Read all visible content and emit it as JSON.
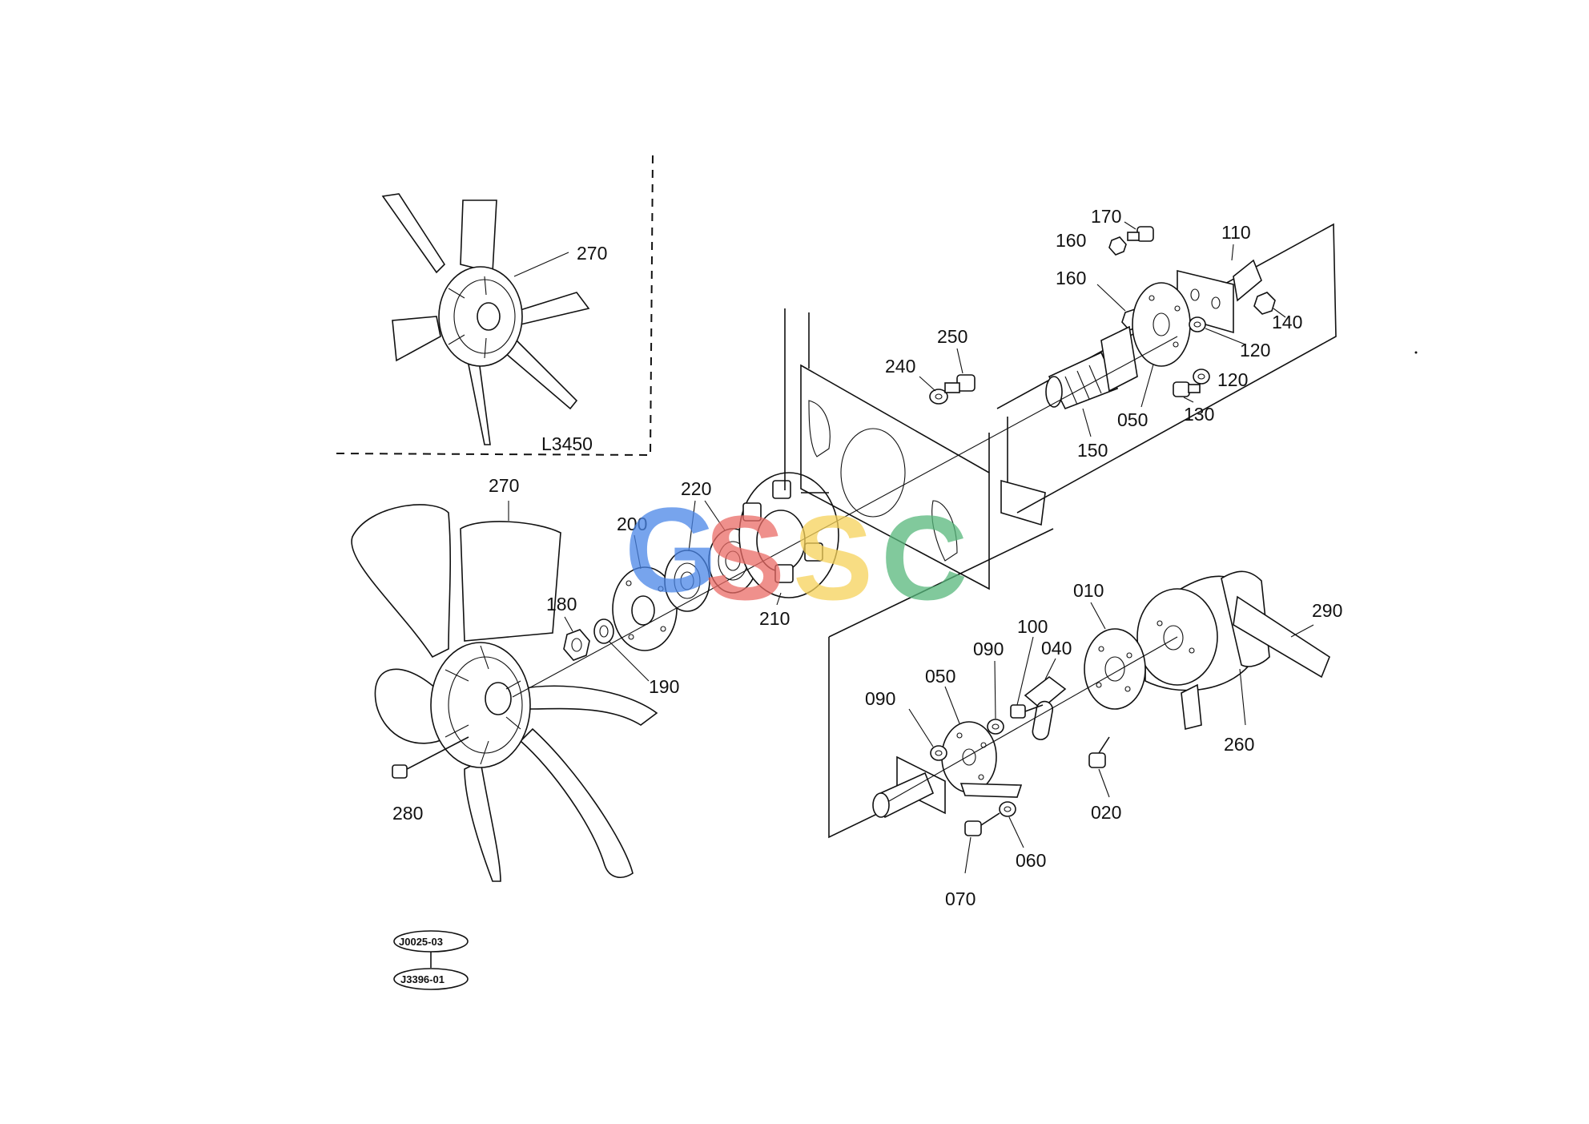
{
  "labels": {
    "p270_inset": "270",
    "l3450": "L3450",
    "p270_main": "270",
    "p280": "280",
    "p180": "180",
    "p190": "190",
    "p200": "200",
    "p220": "220",
    "p210": "210",
    "p240": "240",
    "p250": "250",
    "p170": "170",
    "p160_a": "160",
    "p160_b": "160",
    "p110": "110",
    "p140": "140",
    "p120_a": "120",
    "p120_b": "120",
    "p130": "130",
    "p050_top": "050",
    "p150": "150",
    "p010": "010",
    "p290": "290",
    "p260": "260",
    "p100": "100",
    "p040": "040",
    "p090_a": "090",
    "p090_b": "090",
    "p050_bottom": "050",
    "p020": "020",
    "p060": "060",
    "p070": "070"
  },
  "references": {
    "ref1": "J0025-03",
    "ref2": "J3396-01"
  },
  "watermark": {
    "letters": [
      "G",
      "S",
      "S",
      "C"
    ],
    "colors": [
      "#4a86e8",
      "#ea6b66",
      "#f6d25a",
      "#57b87c"
    ]
  }
}
